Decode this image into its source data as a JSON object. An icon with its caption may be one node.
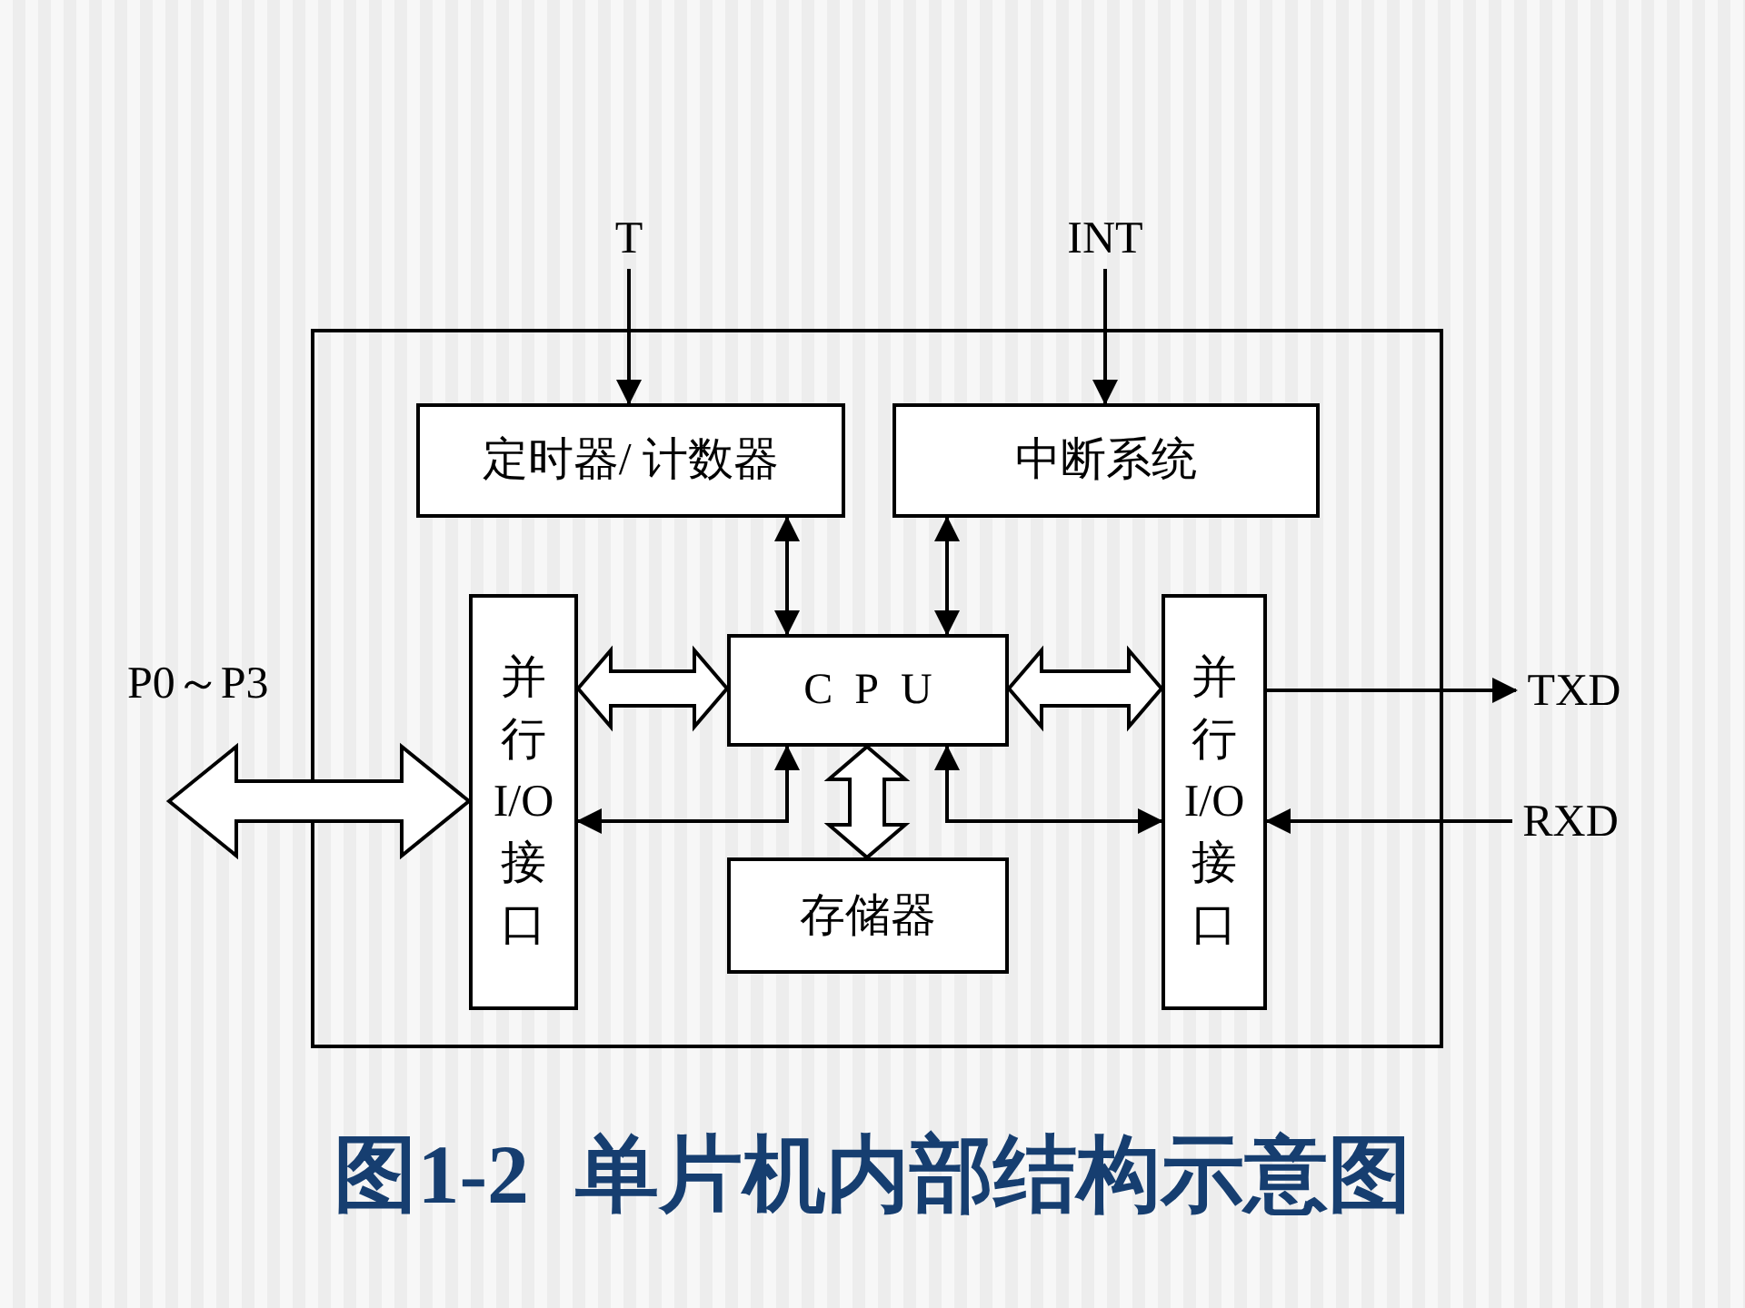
{
  "diagram": {
    "caption": "图1-2 单片机内部结构示意图",
    "nodes": [
      {
        "text": [
          "T"
        ]
      },
      {
        "text": [
          "INT"
        ]
      },
      {
        "text": [],
        "shape": "box"
      },
      {
        "text": [
          "定时器/ 计数器"
        ],
        "in": 2
      },
      {
        "text": [
          "中断系统"
        ],
        "in": 2
      },
      {
        "text": [
          "并行I/O接口"
        ],
        "in": 2
      },
      {
        "text": [
          "CPU"
        ],
        "in": 2
      },
      {
        "text": [
          "并行I/O接口"
        ],
        "in": 2
      },
      {
        "text": [
          "存储器"
        ],
        "in": 2
      },
      {
        "text": [
          "TXD"
        ]
      },
      {
        "text": [
          "RXD"
        ]
      }
    ],
    "edges": [
      {
        "from": 0,
        "to": 3,
        "arrow": "to"
      },
      {
        "from": 1,
        "to": 4,
        "arrow": "to"
      },
      {
        "from": 3,
        "to": 6,
        "arrow": "both"
      },
      {
        "from": 4,
        "to": 6,
        "arrow": "both"
      },
      {
        "from": 5,
        "to": 6,
        "arrow": "both",
        "style": "thick"
      },
      {
        "from": 6,
        "to": 7,
        "arrow": "both",
        "style": "thick"
      },
      {
        "from": 6,
        "to": 8,
        "arrow": "both",
        "style": "thick"
      },
      {
        "from": 5,
        "to": 6,
        "arrow": "both"
      },
      {
        "from": 6,
        "to": 7,
        "arrow": "both"
      },
      {
        "from": null,
        "to": 5,
        "arrow": "both",
        "style": "thick",
        "label": "P0～P3"
      },
      {
        "from": 7,
        "to": 9,
        "arrow": "to"
      },
      {
        "from": 10,
        "to": 7,
        "arrow": "to"
      }
    ]
  }
}
